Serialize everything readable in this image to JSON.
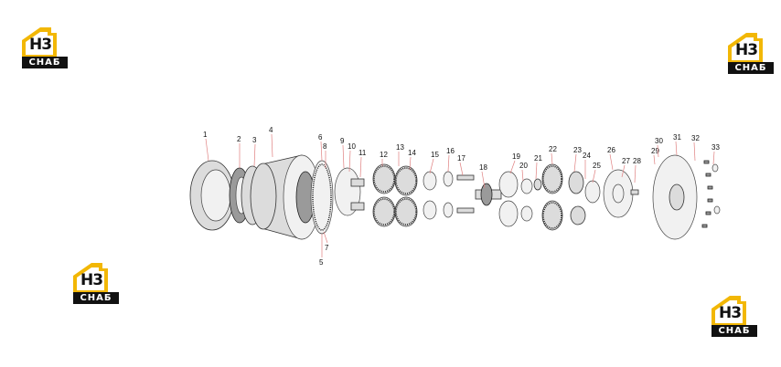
{
  "logos": [
    {
      "id": "top-left",
      "mark": "H3",
      "text": "СНАБ"
    },
    {
      "id": "top-right",
      "mark": "H3",
      "text": "СНАБ"
    },
    {
      "id": "mid-left",
      "mark": "H3",
      "text": "СНАБ"
    },
    {
      "id": "bottom-right",
      "mark": "H3",
      "text": "СНАБ"
    }
  ],
  "callouts": [
    "1",
    "2",
    "3",
    "4",
    "5",
    "6",
    "7",
    "8",
    "9",
    "10",
    "11",
    "12",
    "13",
    "14",
    "15",
    "16",
    "17",
    "18",
    "19",
    "20",
    "21",
    "22",
    "23",
    "24",
    "25",
    "26",
    "27",
    "28",
    "29",
    "30",
    "31",
    "32",
    "33"
  ],
  "colors": {
    "logo_yellow": "#f2b705",
    "logo_black": "#111111",
    "leader": "#e08080"
  }
}
